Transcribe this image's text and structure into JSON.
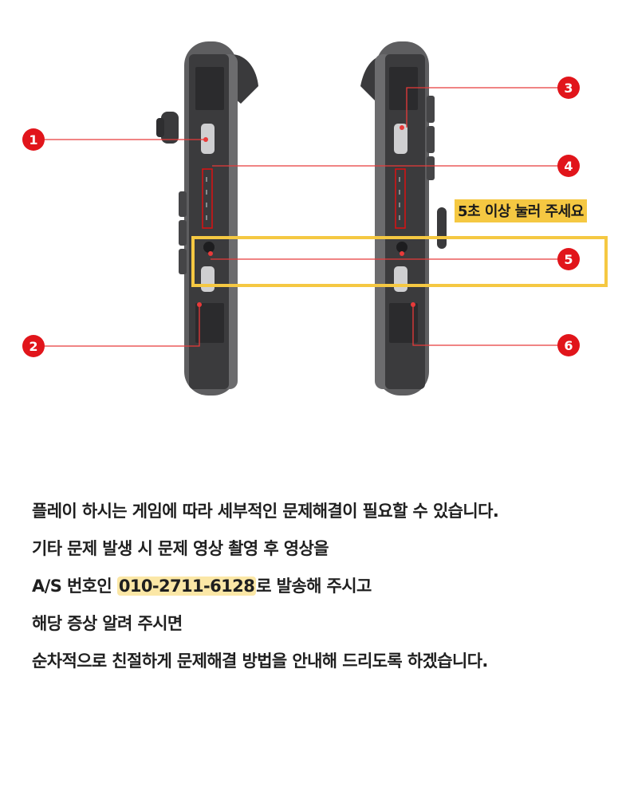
{
  "callouts": [
    "1",
    "2",
    "3",
    "4",
    "5",
    "6"
  ],
  "hint_label": "5초 이상 눌러 주세요",
  "colors": {
    "callout_red": "#e1151b",
    "leader_line": "#e83a3a",
    "highlight_box": "#f5c842",
    "controller_body": "#5a5a5c",
    "controller_rail": "#3b3b3d",
    "text_highlight": "#fbe7a6"
  },
  "message": {
    "line1": "플레이 하시는 게임에 따라 세부적인 문제해결이 필요할 수 있습니다.",
    "line2": "기타 문제 발생 시 문제 영상 촬영 후 영상을",
    "line3_prefix": "A/S 번호인 ",
    "line3_phone": "010-2711-6128",
    "line3_suffix": "로 발송해 주시고",
    "line4": "해당 증상 알려 주시면",
    "line5": "순차적으로 친절하게 문제해결 방법을 안내해 드리도록 하겠습니다."
  }
}
